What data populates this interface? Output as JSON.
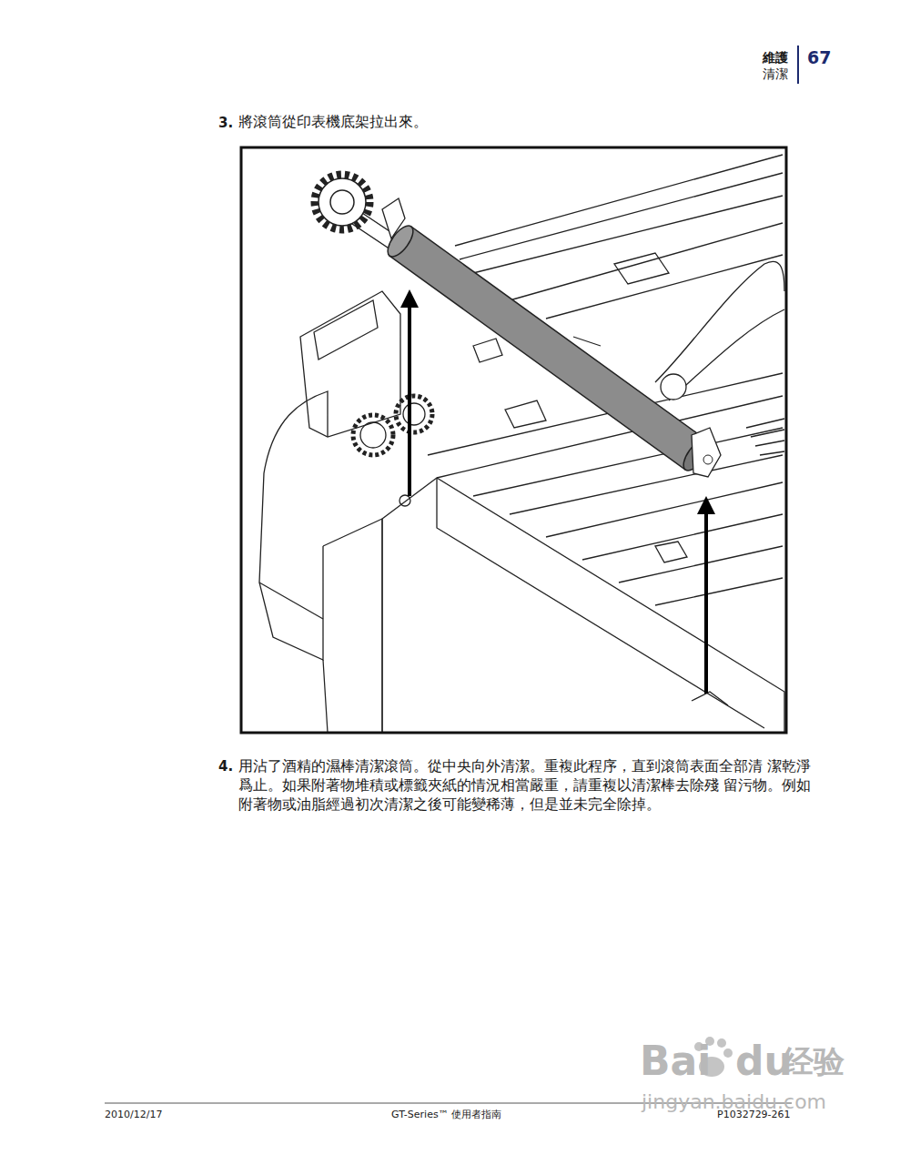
{
  "diagram": {
    "labels": [
      "維護",
      "清潔",
      "67",
      "3.",
      "將滾筒從印表機底架拉出來。",
      "4.",
      "用沾了酒精的濕棒清潔滾筒。從中央向外清潔。重複此程序，直到滾筒表面全部清 潔乾淨爲止。如果附著物堆積或標籤夾紙的情況相當嚴重，請重複以清潔棒去除殘 留污物。例如附著物或油脂經過初次清潔之後可能變稀薄，但是並未完全除掉。",
      "2010/12/17",
      "GT-Series™ 使用者指南",
      "P1032729-261",
      "Bai",
      "du",
      "经验",
      "jingyan.baidu.com"
    ]
  }
}
